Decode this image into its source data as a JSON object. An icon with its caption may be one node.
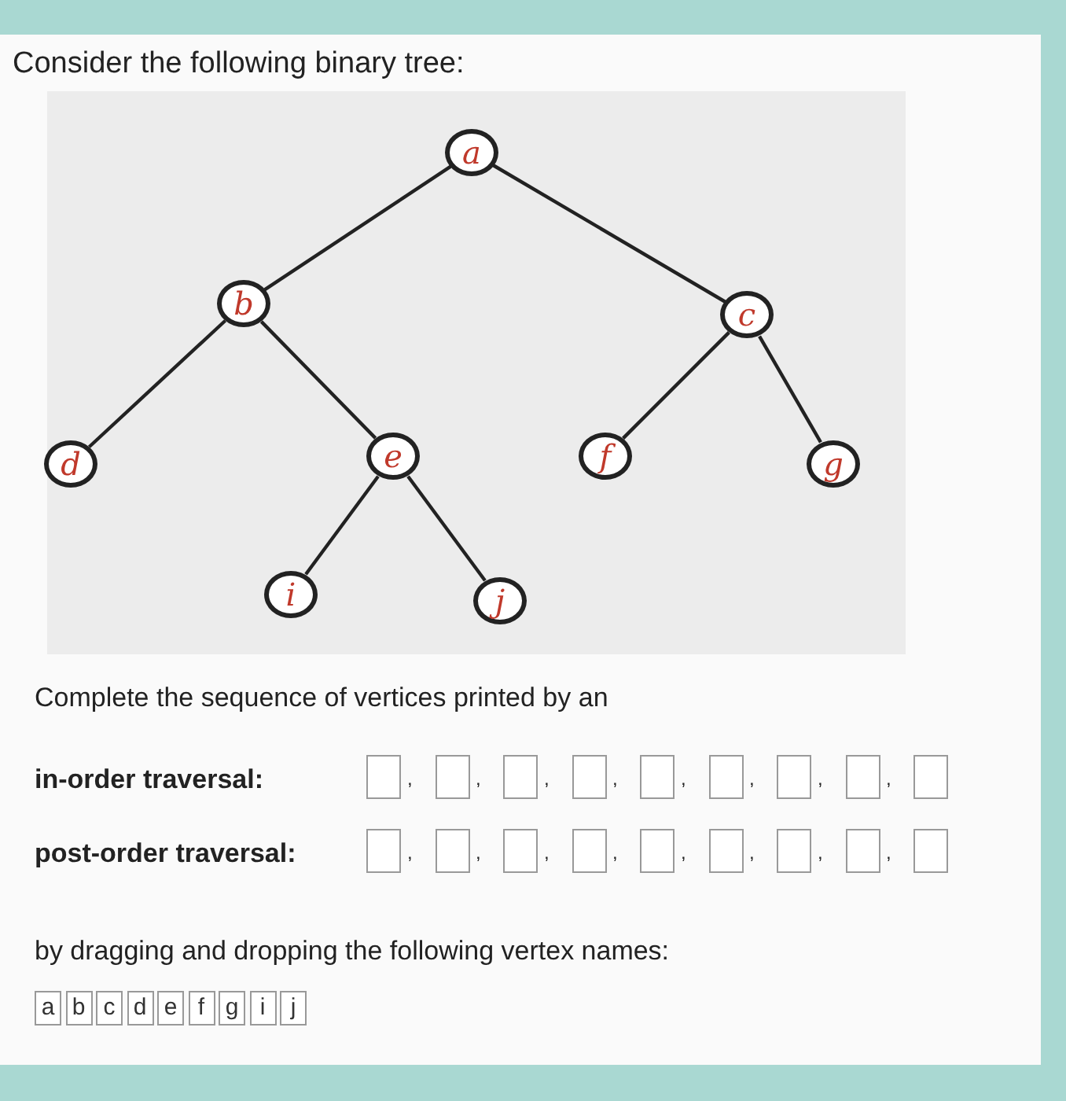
{
  "diagram": {
    "title": "Consider the following binary tree:",
    "nodes": [
      {
        "text": [
          "a"
        ]
      },
      {
        "text": [
          "b"
        ]
      },
      {
        "text": [
          "c"
        ]
      },
      {
        "text": [
          "d"
        ]
      },
      {
        "text": [
          "e"
        ]
      },
      {
        "text": [
          "f"
        ]
      },
      {
        "text": [
          "g"
        ]
      },
      {
        "text": [
          "i"
        ]
      },
      {
        "text": [
          "j"
        ]
      }
    ],
    "edges": [
      {
        "from": 0,
        "to": 1,
        "arrow": "none"
      },
      {
        "from": 0,
        "to": 2,
        "arrow": "none"
      },
      {
        "from": 1,
        "to": 3,
        "arrow": "none"
      },
      {
        "from": 1,
        "to": 4,
        "arrow": "none"
      },
      {
        "from": 2,
        "to": 5,
        "arrow": "none"
      },
      {
        "from": 2,
        "to": 6,
        "arrow": "none"
      },
      {
        "from": 4,
        "to": 7,
        "arrow": "none"
      },
      {
        "from": 4,
        "to": 8,
        "arrow": "none"
      }
    ],
    "labels": [
      "Complete the sequence of vertices printed by an",
      "in-order traversal:",
      ",",
      ",",
      ",",
      ",",
      ",",
      ",",
      ",",
      ",",
      "post-order traversal:",
      ",",
      ",",
      ",",
      ",",
      ",",
      ",",
      ",",
      ",",
      "by dragging and dropping the following vertex names:",
      "a",
      "b",
      "c",
      "d",
      "e",
      "f",
      "g",
      "i",
      "j"
    ]
  }
}
